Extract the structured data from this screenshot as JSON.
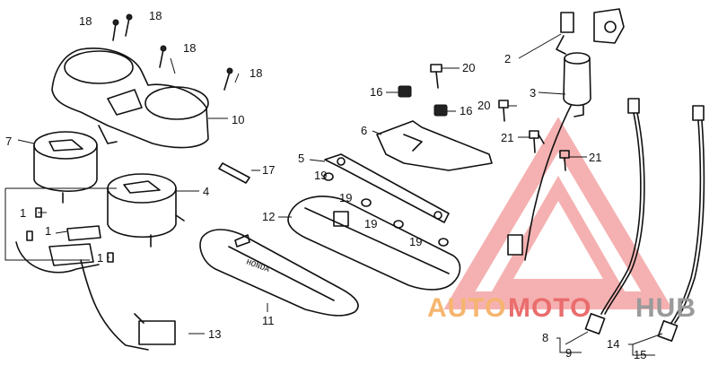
{
  "watermark": {
    "part1": "AUTO",
    "part2": "MOTO",
    "part3": "HUB",
    "color_auto": "#f6b56f",
    "color_moto": "#ea6d6d",
    "color_hub": "#9a9a9a"
  },
  "bezel_text": "HONDA",
  "callouts": {
    "c18a": "18",
    "c18b": "18",
    "c18c": "18",
    "c18d": "18",
    "c10": "10",
    "c7": "7",
    "c4": "4",
    "c1a": "1",
    "c1b": "1",
    "c1c": "1",
    "c13": "13",
    "c17": "17",
    "c11": "11",
    "c12": "12",
    "c5": "5",
    "c6": "6",
    "c16a": "16",
    "c16b": "16",
    "c19a": "19",
    "c19b": "19",
    "c19c": "19",
    "c19d": "19",
    "c20a": "20",
    "c20b": "20",
    "c2": "2",
    "c3": "3",
    "c21a": "21",
    "c21b": "21",
    "c8": "8",
    "c9": "9",
    "c14": "14",
    "c15": "15"
  }
}
